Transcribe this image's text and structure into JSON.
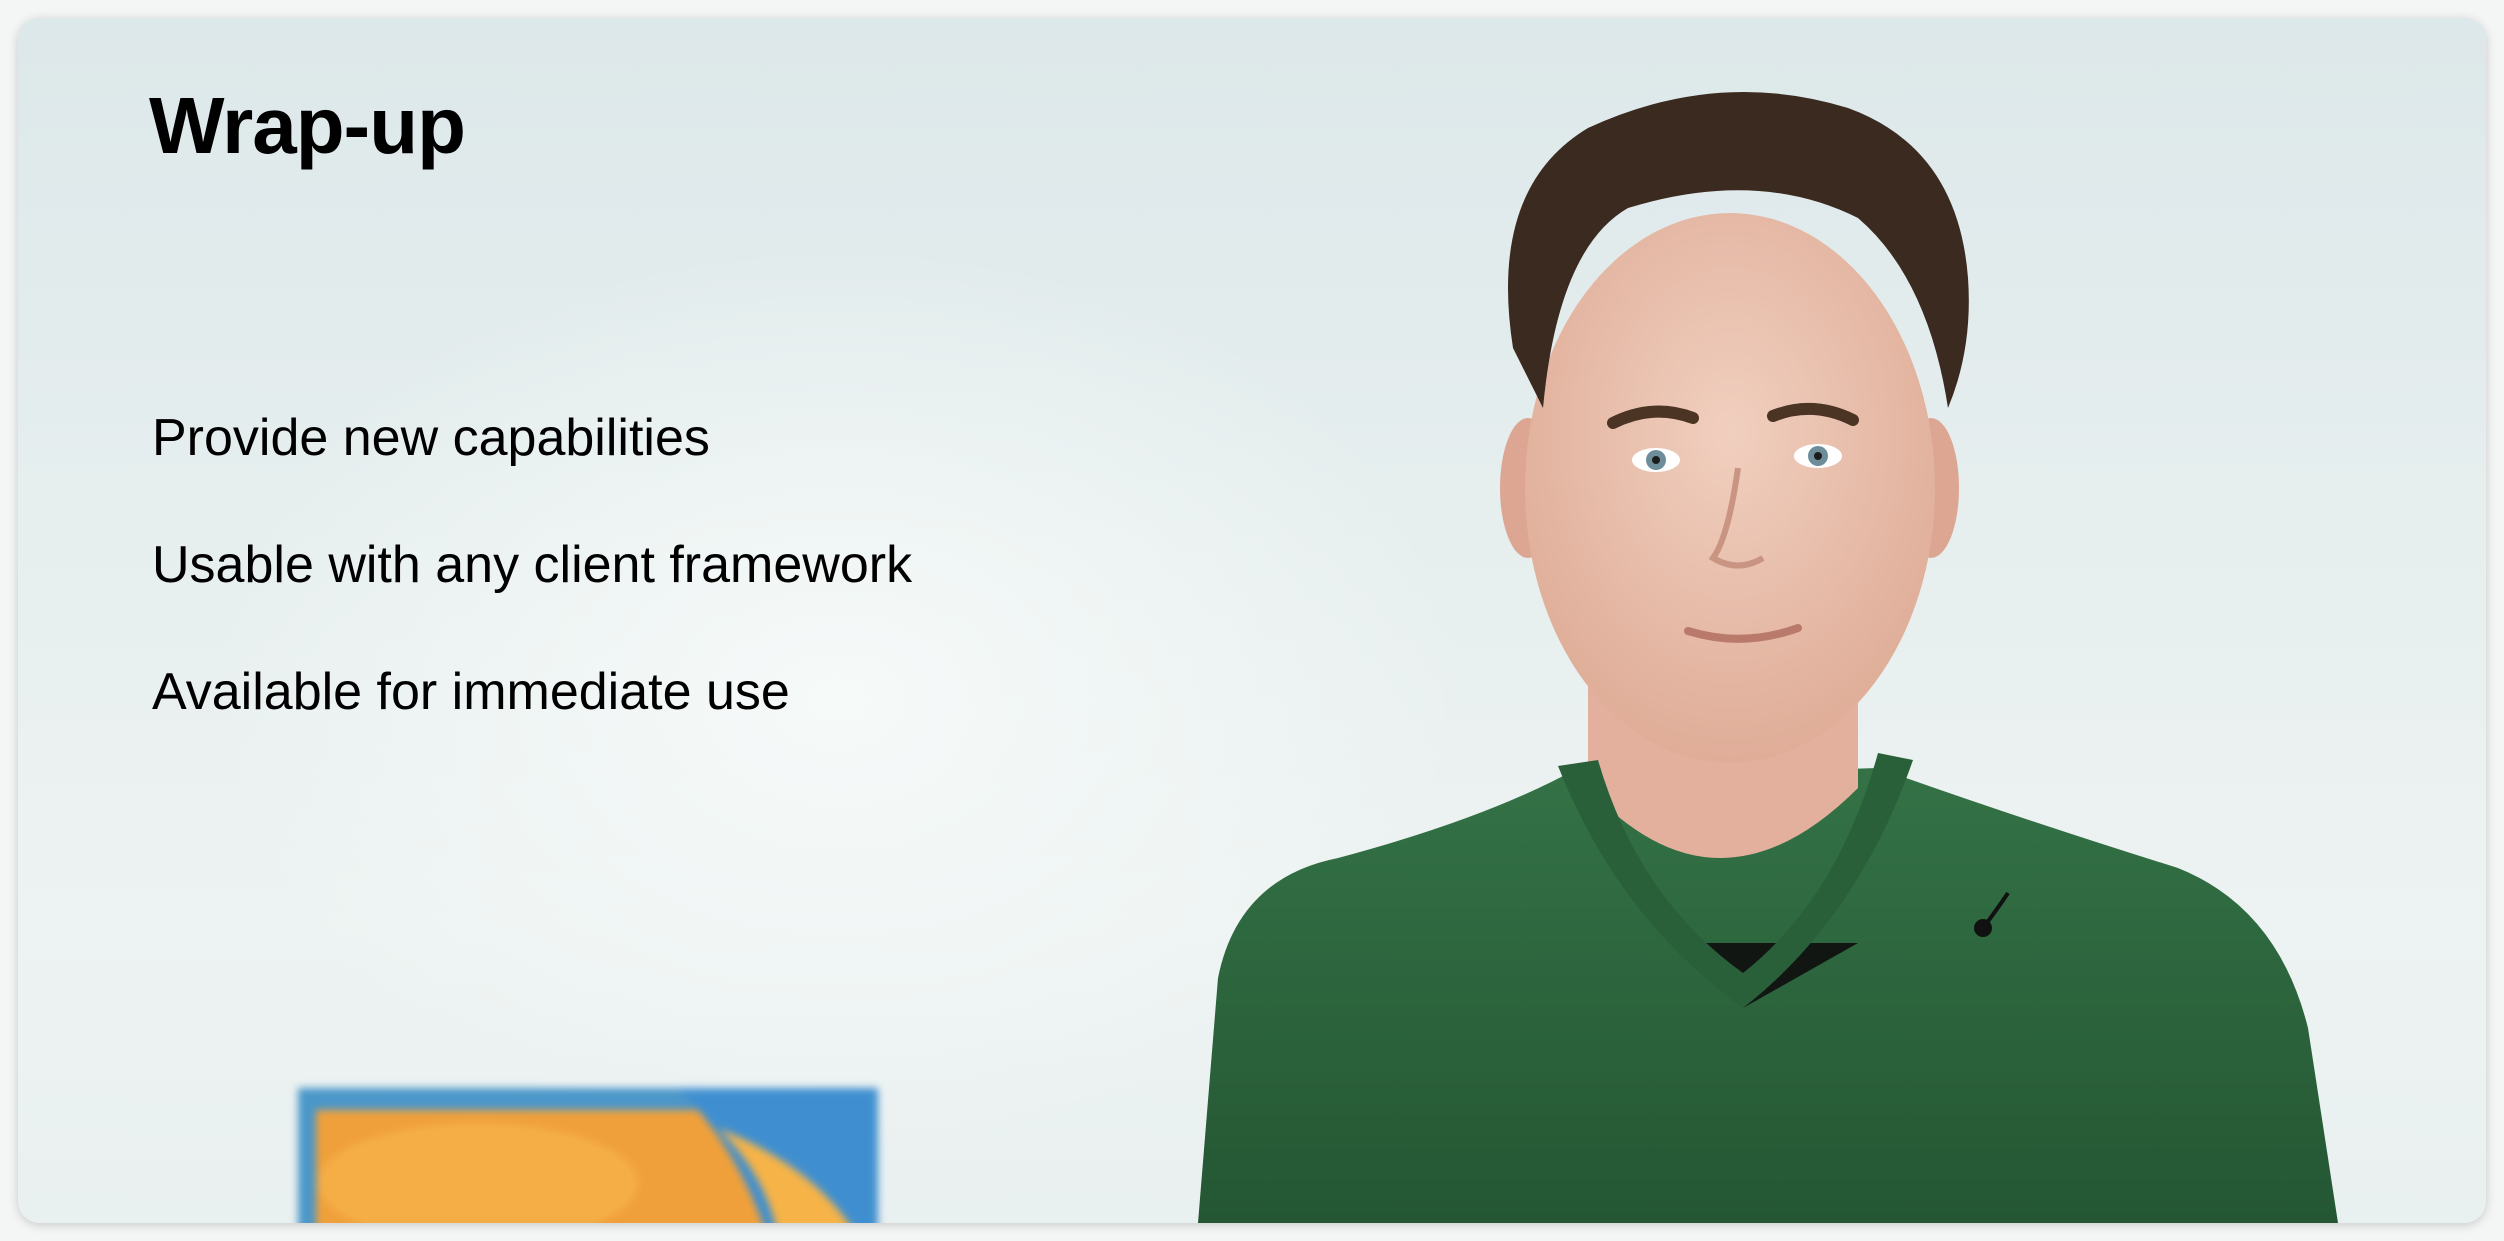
{
  "slide": {
    "title": "Wrap-up",
    "bullets": [
      "Provide new capabilities",
      "Usable with any client framework",
      "Available for immediate use"
    ]
  },
  "colors": {
    "background": "#e6eeee",
    "text": "#000000",
    "sweater": "#2f6a3e",
    "art_orange": "#f3a53a",
    "art_blue": "#3f8fd0"
  }
}
